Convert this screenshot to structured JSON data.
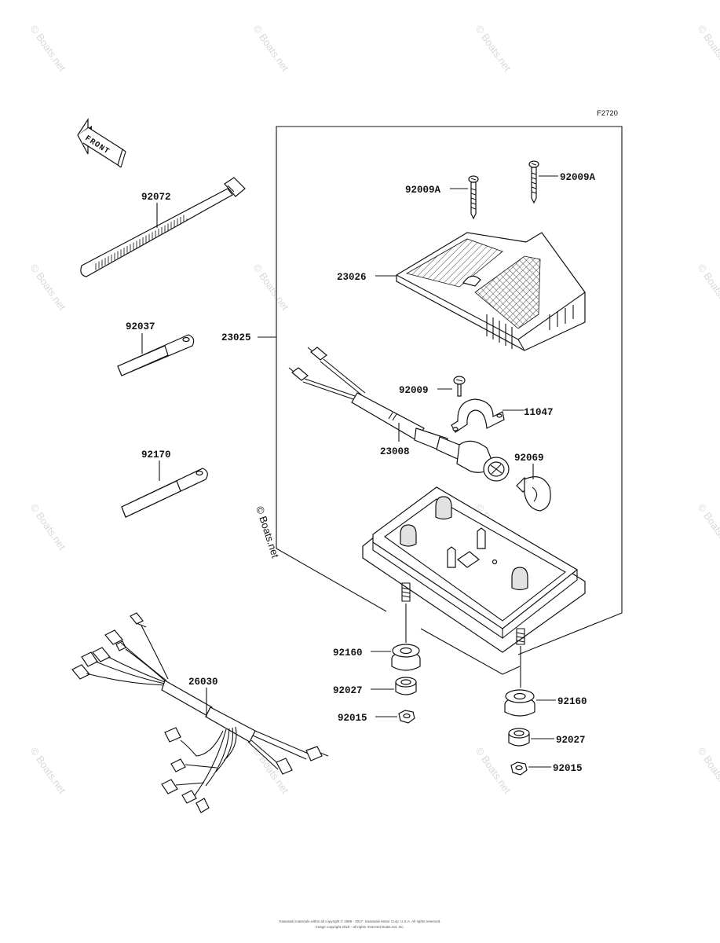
{
  "diagram": {
    "code": "F2720",
    "front_marker": "FRONT",
    "watermark": "© Boats.net",
    "copyright_lines": [
      "Kawasaki materials within all copyright © 1988 - 2017. Kawasaki Motor Corp. U.S.A. All rights reserved.",
      "Image copyright 2018 - all rights reserved Boats.net, Inc."
    ],
    "callouts": {
      "p92072": "92072",
      "p92037": "92037",
      "p92170": "92170",
      "p23025": "23025",
      "p92009A_left": "92009A",
      "p92009A_right": "92009A",
      "p23026": "23026",
      "p92009": "92009",
      "p11047": "11047",
      "p23008": "23008",
      "p92069": "92069",
      "p26030": "26030",
      "p92160_left": "92160",
      "p92027_left": "92027",
      "p92015_left": "92015",
      "p92160_right": "92160",
      "p92027_right": "92027",
      "p92015_right": "92015"
    }
  }
}
